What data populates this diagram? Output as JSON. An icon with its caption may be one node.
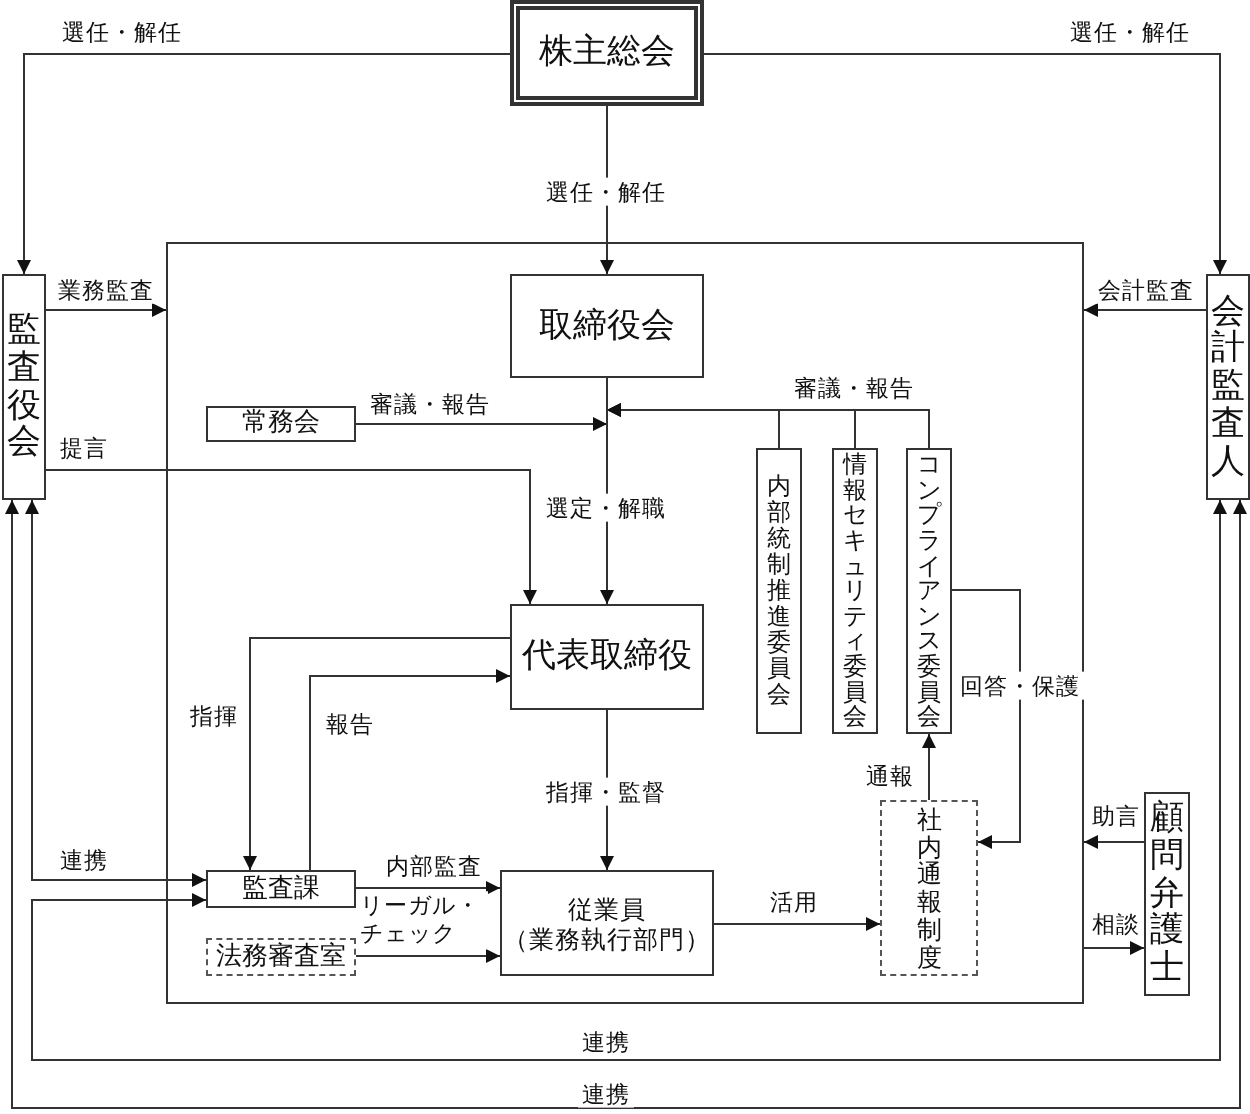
{
  "diagram": {
    "nodes": [
      {
        "text": [
          "株主総会"
        ]
      },
      {
        "text": [
          "監査役会"
        ]
      },
      {
        "text": [
          "会計監査人"
        ]
      },
      {
        "text": [],
        "shape": "box"
      },
      {
        "text": [
          "取締役会"
        ],
        "in": 3
      },
      {
        "text": [
          "常務会"
        ],
        "in": 3
      },
      {
        "text": [
          "内部統制推進委員会"
        ],
        "in": 3
      },
      {
        "text": [
          "情報セキュリティ委員会"
        ],
        "in": 3
      },
      {
        "text": [
          "コンプライアンス委員会"
        ],
        "in": 3
      },
      {
        "text": [
          "代表取締役"
        ],
        "in": 3
      },
      {
        "text": [
          "監査課"
        ],
        "in": 3
      },
      {
        "text": [
          "法務審査室"
        ],
        "in": 3
      },
      {
        "text": [
          "従業員（業務執行部門）"
        ],
        "in": 3
      },
      {
        "text": [
          "社内通報制度"
        ],
        "in": 3
      },
      {
        "text": [
          "顧問弁護士"
        ]
      }
    ],
    "edges": [
      {
        "from": 0,
        "to": 1,
        "arrow": "to",
        "label": "選任・解任"
      },
      {
        "from": 0,
        "to": 2,
        "arrow": "to",
        "label": "選任・解任"
      },
      {
        "from": 0,
        "to": 4,
        "arrow": "to",
        "label": "選任・解任"
      },
      {
        "from": 1,
        "to": 3,
        "arrow": "to",
        "label": "業務監査"
      },
      {
        "from": 2,
        "to": 3,
        "arrow": "to",
        "label": "会計監査"
      },
      {
        "from": 5,
        "to": 4,
        "arrow": "to",
        "label": "審議・報告"
      },
      {
        "from": 6,
        "to": 4,
        "arrow": "to",
        "label": "審議・報告"
      },
      {
        "from": 7,
        "to": 4,
        "arrow": "to"
      },
      {
        "from": 8,
        "to": 4,
        "arrow": "to"
      },
      {
        "from": 4,
        "to": 9,
        "arrow": "to",
        "label": "選定・解職"
      },
      {
        "from": 1,
        "to": 9,
        "arrow": "to",
        "label": "提言"
      },
      {
        "from": 9,
        "to": 10,
        "arrow": "to",
        "label": "指揮"
      },
      {
        "from": 10,
        "to": 9,
        "arrow": "to",
        "label": "報告"
      },
      {
        "from": 9,
        "to": 12,
        "arrow": "to",
        "label": "指揮・監督"
      },
      {
        "from": 10,
        "to": 12,
        "arrow": "to",
        "label": "内部監査"
      },
      {
        "from": 11,
        "to": 12,
        "arrow": "to",
        "label": "リーガル・チェック"
      },
      {
        "from": 12,
        "to": 13,
        "arrow": "to",
        "label": "活用"
      },
      {
        "from": 13,
        "to": 8,
        "arrow": "to",
        "label": "通報"
      },
      {
        "from": 8,
        "to": 13,
        "arrow": "to",
        "label": "回答・保護"
      },
      {
        "from": 14,
        "to": 3,
        "arrow": "to",
        "label": "助言"
      },
      {
        "from": 3,
        "to": 14,
        "arrow": "to",
        "label": "相談"
      },
      {
        "from": 1,
        "to": 10,
        "arrow": "both",
        "label": "連携"
      },
      {
        "from": 2,
        "to": 10,
        "arrow": "both",
        "label": "連携"
      },
      {
        "from": 1,
        "to": 2,
        "arrow": "both",
        "label": "連携"
      }
    ]
  }
}
